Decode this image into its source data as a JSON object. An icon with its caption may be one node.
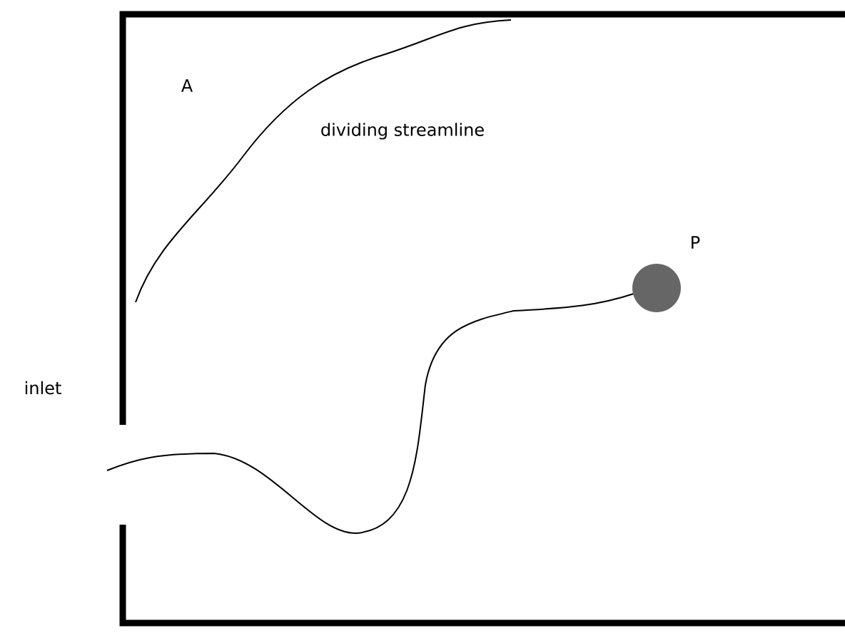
{
  "diagram": {
    "labels": [
      "A",
      "dividing streamline",
      "P",
      "inlet"
    ]
  }
}
